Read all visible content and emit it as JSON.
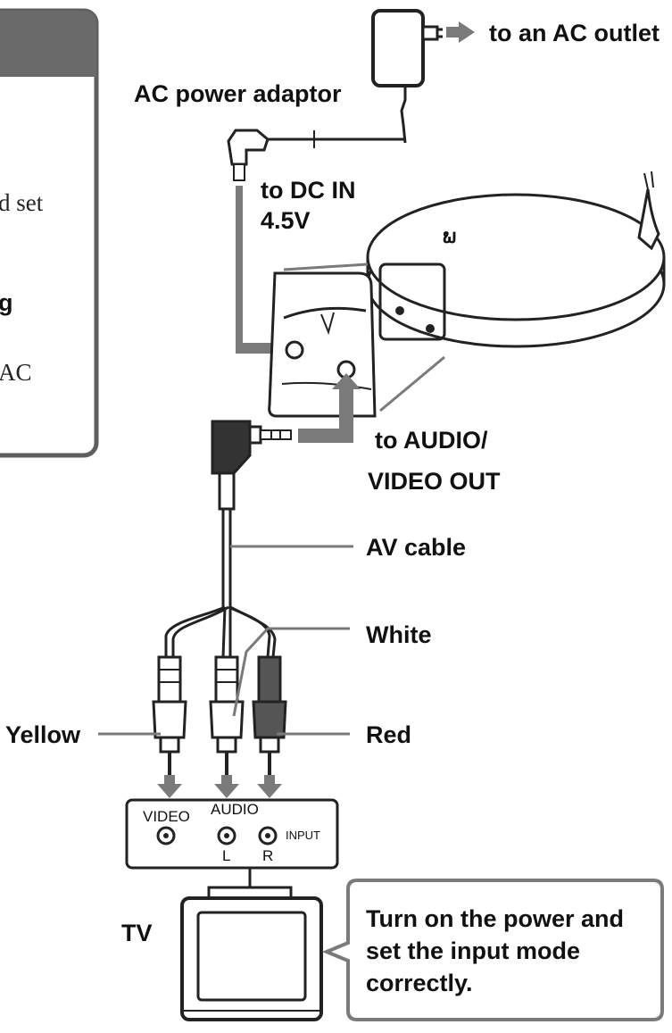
{
  "side_note": {
    "line1": "d set",
    "line2": "g",
    "line3": "AC"
  },
  "labels": {
    "ac_outlet": "to an AC outlet",
    "ac_adaptor": "AC power adaptor",
    "dc_in_line1": "to DC IN",
    "dc_in_line2": "4.5V",
    "av_out_line1": "to AUDIO/",
    "av_out_line2": "VIDEO OUT",
    "av_cable": "AV cable",
    "white": "White",
    "yellow": "Yellow",
    "red": "Red",
    "tv": "TV"
  },
  "tv_panel": {
    "video": "VIDEO",
    "audio": "AUDIO",
    "input": "INPUT",
    "left": "L",
    "right": "R"
  },
  "callout": {
    "line1": "Turn on the power and",
    "line2": "set the input mode",
    "line3": "correctly."
  },
  "colors": {
    "outline": "#222222",
    "arrow_gray": "#7a7a7a",
    "panel_border": "#5e5e5e",
    "panel_header": "#6a6a6a"
  }
}
